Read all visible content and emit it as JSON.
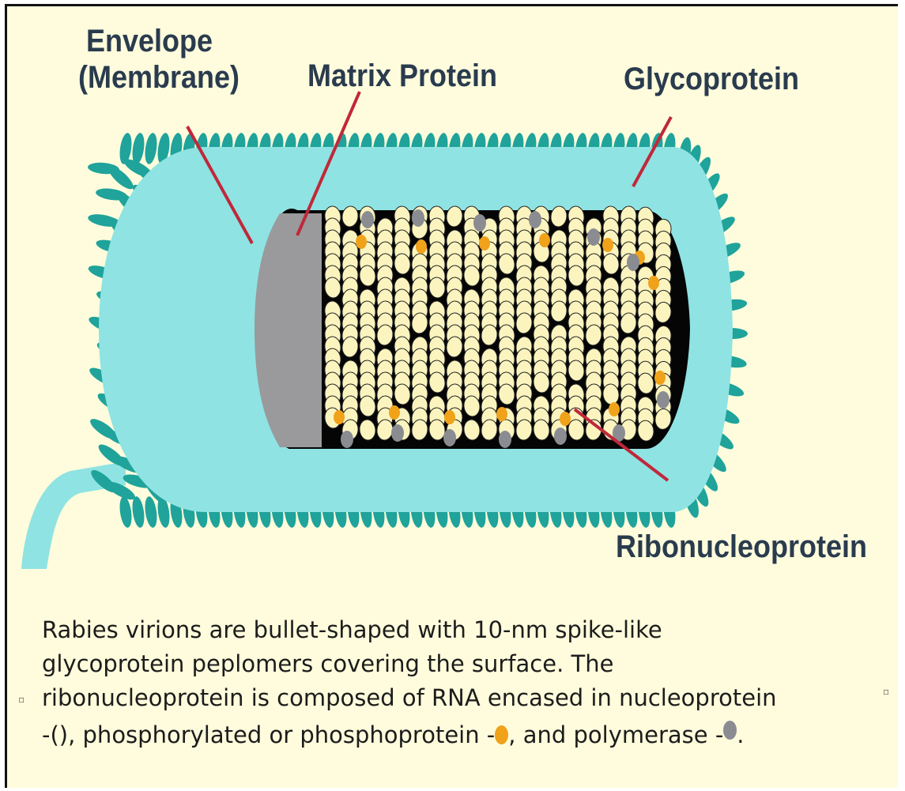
{
  "labels": {
    "envelope_line1": "Envelope",
    "envelope_line2": "(Membrane)",
    "matrix": "Matrix Protein",
    "glycoprotein": "Glycoprotein",
    "ribonucleoprotein": "Ribonucleoprotein"
  },
  "caption": {
    "line1": "Rabies virions are bullet-shaped with 10-nm spike-like",
    "line2": "glycoprotein peplomers covering the surface. The",
    "line3": "ribonucleoprotein is composed of RNA encased in nucleoprotein",
    "line4_a": "-(), phosphorylated or phosphoprotein -",
    "line4_b": ", and polymerase -",
    "line4_c": "."
  },
  "colors": {
    "background": "#fefcdc",
    "spike": "#1fa39b",
    "membrane": "#8fe3e3",
    "matrix": "#9a9a9c",
    "core": "#050505",
    "nucleoprotein": "#fbf4bf",
    "phosphoprotein": "#f0a21a",
    "polymerase": "#8a8c92",
    "pointer": "#c0283a",
    "label_text": "#2a3b4e"
  }
}
